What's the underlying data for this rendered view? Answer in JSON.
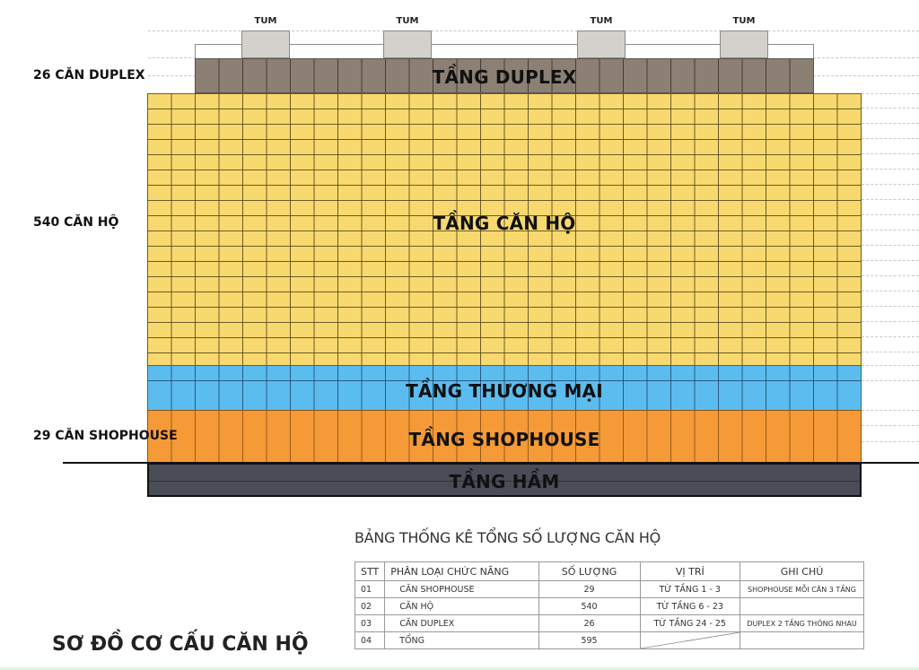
{
  "diagram": {
    "title": "SƠ ĐỒ CƠ CẤU CĂN HỘ",
    "roof_units": [
      {
        "label": "TUM"
      },
      {
        "label": "TUM"
      },
      {
        "label": "TUM"
      },
      {
        "label": "TUM"
      }
    ],
    "floors": [
      {
        "label": "TẦNG DUPLEX",
        "color": "#8c7f74"
      },
      {
        "label": "TẦNG CĂN HỘ",
        "color": "#f8d96f"
      },
      {
        "label": "TẦNG THƯƠNG MẠI",
        "color": "#5bbcf0"
      },
      {
        "label": "TẦNG SHOPHOUSE",
        "color": "#f59a36"
      },
      {
        "label": "TẦNG HẦM",
        "color": "#4a4d57"
      }
    ],
    "side_labels": [
      {
        "label": "26 CĂN DUPLEX"
      },
      {
        "label": "540 CĂN HỘ"
      },
      {
        "label": "29 CĂN SHOPHOUSE"
      }
    ]
  },
  "table": {
    "title": "BẢNG THỐNG KÊ TỔNG SỐ LƯỢNG CĂN HỘ",
    "headers": [
      "STT",
      "PHÂN LOẠI CHỨC NĂNG",
      "SỐ LƯỢNG",
      "VỊ TRÍ",
      "GHI CHÚ"
    ],
    "rows": [
      [
        "01",
        "CĂN SHOPHOUSE",
        "29",
        "TỪ TẦNG 1 - 3",
        "SHOPHOUSE  MỖI CĂN 3 TẦNG"
      ],
      [
        "02",
        "CĂN HỘ",
        "540",
        "TỪ TẦNG 6 - 23",
        ""
      ],
      [
        "03",
        "CĂN DUPLEX",
        "26",
        "TỪ TẦNG 24 - 25",
        "DUPLEX 2 TẦNG THÔNG NHAU"
      ],
      [
        "04",
        "TỔNG",
        "595",
        "",
        ""
      ]
    ]
  }
}
